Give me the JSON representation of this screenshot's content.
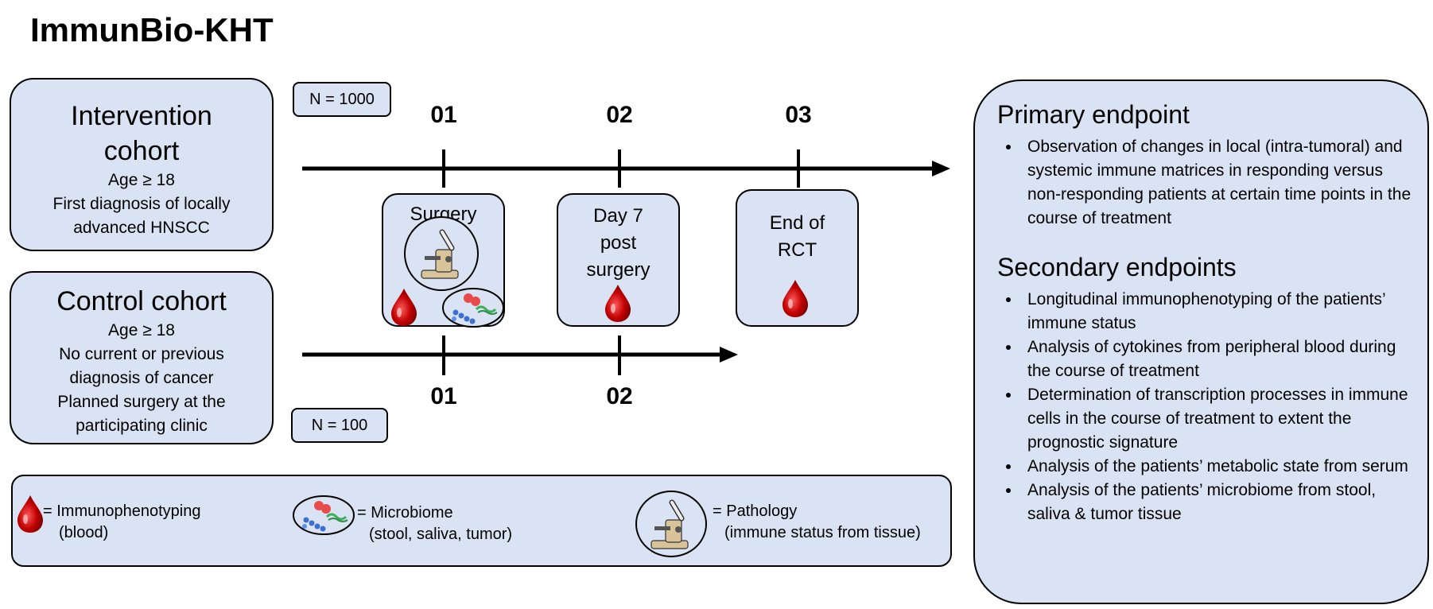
{
  "title": "ImmunBio-KHT",
  "intervention": {
    "heading_1": "Intervention",
    "heading_2": "cohort",
    "lines": [
      "Age ≥ 18",
      "First diagnosis of locally",
      "advanced HNSCC"
    ],
    "n_label": "N = 1000"
  },
  "control": {
    "heading": "Control cohort",
    "lines": [
      "Age ≥ 18",
      "No current or previous",
      "diagnosis of cancer",
      "Planned surgery at the",
      "participating clinic"
    ],
    "n_label": "N = 100"
  },
  "timeline_top": {
    "points": [
      "01",
      "02",
      "03"
    ]
  },
  "timeline_bottom": {
    "points": [
      "01",
      "02"
    ]
  },
  "events": {
    "surgery": "Surgery",
    "day7": [
      "Day 7",
      "post",
      "surgery"
    ],
    "end": [
      "End of",
      "RCT"
    ]
  },
  "endpoints": {
    "primary_title": "Primary endpoint",
    "primary_items": [
      "Observation of changes in local (intra-tumoral) and systemic immune matrices in responding versus non-responding patients at certain time points in the course of treatment"
    ],
    "secondary_title": "Secondary endpoints",
    "secondary_items": [
      "Longitudinal immunophenotyping of the patients’ immune status",
      "Analysis of cytokines from peripheral blood during the course of treatment",
      "Determination of transcription processes in immune cells in the course of treatment to extent the prognostic signature",
      "Analysis of the patients’ metabolic state from serum",
      "Analysis of the  patients’ microbiome from stool, saliva & tumor tissue"
    ]
  },
  "legend": {
    "blood": [
      "= Immunophenotyping",
      "(blood)"
    ],
    "microbiome": [
      "= Microbiome",
      "(stool, saliva, tumor)"
    ],
    "pathology": [
      "= Pathology",
      "(immune status from tissue)"
    ]
  },
  "icons": {
    "blood": "blood-drop-icon",
    "microbiome": "microbiome-icon",
    "pathology": "microscope-icon"
  },
  "colors": {
    "box_fill": "#dae3f3",
    "blood_red": "#c00000",
    "microscope_body": "#d9c49a"
  }
}
